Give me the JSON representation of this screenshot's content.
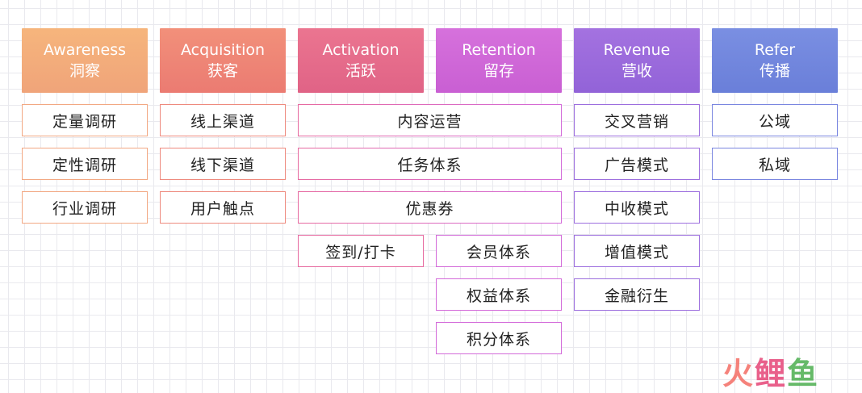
{
  "colors": {
    "awareness": "#f5b07a",
    "acquisition": "#ee8375",
    "activation": "#e56a8b",
    "retention": "#cf66d6",
    "revenue": "#9a68dc",
    "refer": "#6e84dd"
  },
  "stages": [
    {
      "en": "Awareness",
      "zh": "洞察",
      "items": [
        "定量调研",
        "定性调研",
        "行业调研"
      ]
    },
    {
      "en": "Acquisition",
      "zh": "获客",
      "items": [
        "线上渠道",
        "线下渠道",
        "用户触点"
      ]
    },
    {
      "en": "Activation",
      "zh": "活跃",
      "items": [
        "签到/打卡"
      ]
    },
    {
      "en": "Retention",
      "zh": "留存",
      "items": [
        "会员体系",
        "权益体系",
        "积分体系"
      ]
    },
    {
      "en": "Revenue",
      "zh": "营收",
      "items": [
        "交叉营销",
        "广告模式",
        "中收模式",
        "增值模式",
        "金融衍生"
      ]
    },
    {
      "en": "Refer",
      "zh": "传播",
      "items": [
        "公域",
        "私域"
      ]
    }
  ],
  "shared": [
    "内容运营",
    "任务体系",
    "优惠券"
  ],
  "logo": {
    "part1": "火",
    "part2": "鲤",
    "part3": "鱼"
  }
}
